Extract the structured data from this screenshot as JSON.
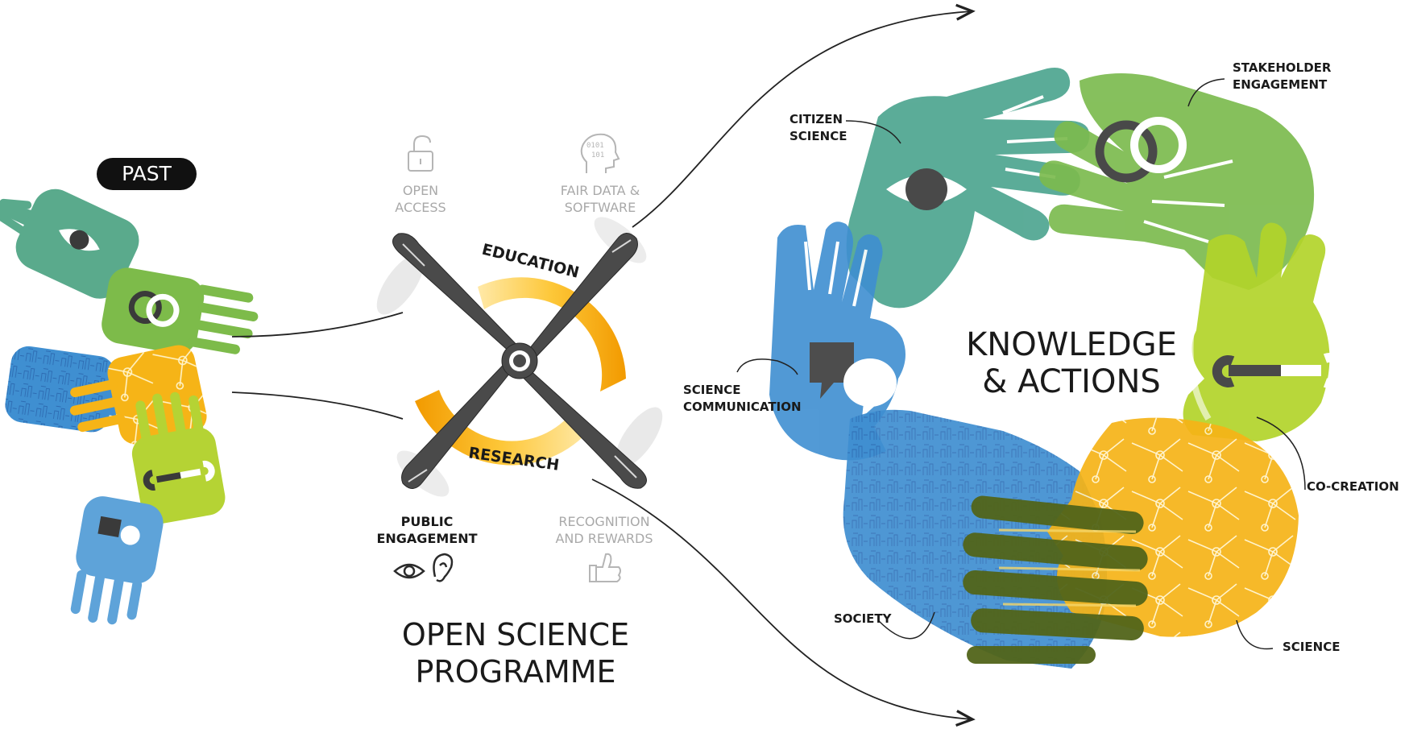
{
  "past_badge": "PAST",
  "pillars": {
    "open_access": "OPEN\nACCESS",
    "fair_data": "FAIR DATA &\nSOFTWARE",
    "public_engagement": "PUBLIC\nENGAGEMENT",
    "recognition": "RECOGNITION\nAND REWARDS",
    "fair_icon_text": "0101\n101"
  },
  "propeller": {
    "top_band": "EDUCATION",
    "bottom_band": "RESEARCH"
  },
  "programme_title": "OPEN SCIENCE\nPROGRAMME",
  "center_title": "KNOWLEDGE\n& ACTIONS",
  "hand_labels": {
    "citizen_science": "CITIZEN\nSCIENCE",
    "stakeholder": "STAKEHOLDER\nENGAGEMENT",
    "science_communication": "SCIENCE\nCOMMUNICATION",
    "co_creation": "CO-CREATION",
    "society": "SOCIETY",
    "science": "SCIENCE"
  },
  "colors": {
    "teal_green": "#5aaa8c",
    "green": "#7dbb4a",
    "lime": "#b5d334",
    "blue": "#3f8fd1",
    "yellow": "#f6b417",
    "dark_olive": "#52651a",
    "charcoal": "#3a3a3a",
    "grey_text": "#a9a9a9"
  },
  "icons": [
    "eye-icon",
    "rings-icon",
    "wrench-icon",
    "speech-bubble-icon",
    "unlock-icon",
    "head-binary-icon",
    "ear-icon",
    "thumbs-up-icon"
  ]
}
